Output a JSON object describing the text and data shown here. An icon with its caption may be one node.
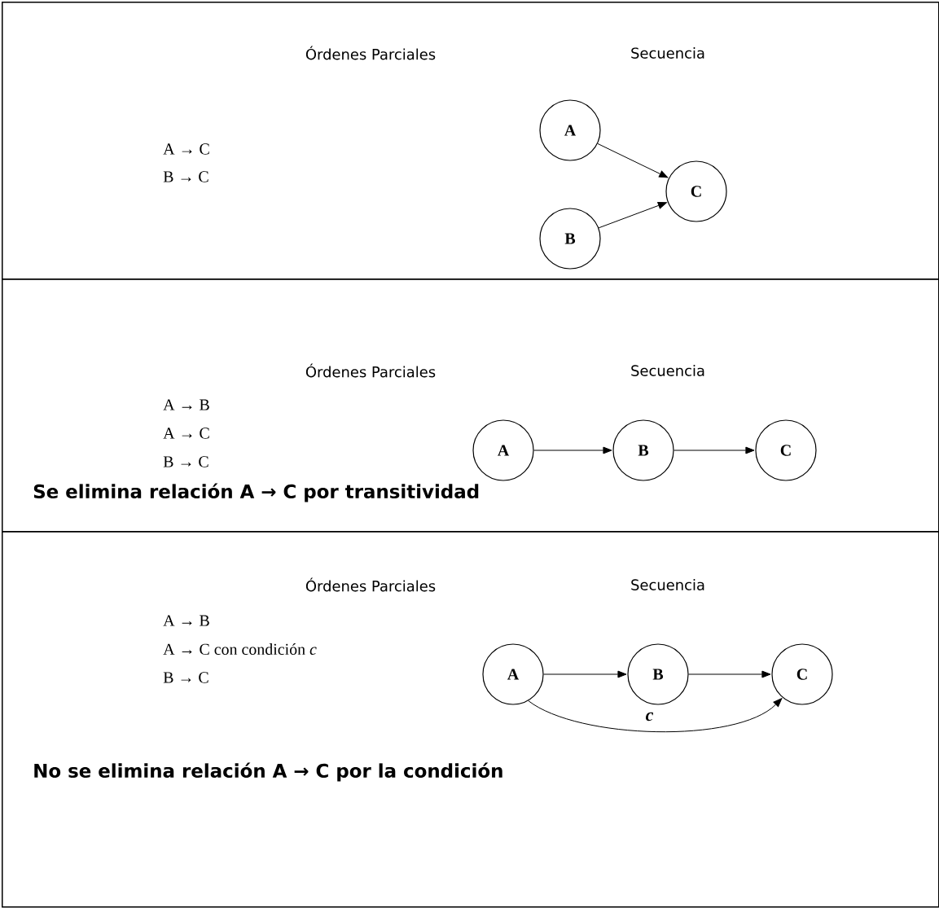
{
  "diagram": {
    "nodes": [
      {
        "text": [
          "Órdenes Parciales",
          "Secuencia",
          "A → C",
          "B → C"
        ]
      },
      {
        "text": [
          "A"
        ],
        "in": 0
      },
      {
        "text": [
          "C"
        ],
        "in": 0
      },
      {
        "text": [
          "B"
        ],
        "in": 0
      },
      {
        "text": [
          "Órdenes Parciales",
          "Secuencia",
          "A → B",
          "A → C",
          "B → C",
          "Se elimina relación A → C por transitividad"
        ]
      },
      {
        "text": [
          "A"
        ],
        "in": 4
      },
      {
        "text": [
          "B"
        ],
        "in": 4
      },
      {
        "text": [
          "C"
        ],
        "in": 4
      },
      {
        "text": [
          "Órdenes Parciales",
          "Secuencia",
          "A → B",
          "A → C con condición *c*",
          "B → C",
          "No se elimina relación A → C por la condición"
        ]
      },
      {
        "text": [
          "A"
        ],
        "in": 8
      },
      {
        "text": [
          "B"
        ],
        "in": 8
      },
      {
        "text": [
          "C"
        ],
        "in": 8
      }
    ],
    "edges": [
      {
        "from": 1,
        "to": 2,
        "arrow": "to"
      },
      {
        "from": 3,
        "to": 2,
        "arrow": "to"
      },
      {
        "from": 5,
        "to": 6,
        "arrow": "to"
      },
      {
        "from": 6,
        "to": 7,
        "arrow": "to"
      },
      {
        "from": 9,
        "to": 10,
        "arrow": "to"
      },
      {
        "from": 10,
        "to": 11,
        "arrow": "to"
      },
      {
        "from": 9,
        "to": 11,
        "arrow": "to",
        "label": "c"
      }
    ]
  }
}
